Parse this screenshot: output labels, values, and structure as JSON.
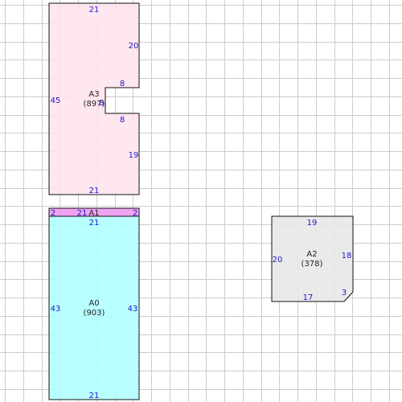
{
  "colors": {
    "grid": "#cccccc",
    "background": "#ffffff",
    "outline": "#111111",
    "dimension_text": "#1a1acc",
    "label_text": "#222222",
    "A0_fill": "#b3ffff",
    "A1_fill": "#ee99ee",
    "A2_fill": "#e8e8e8",
    "A3_fill": "#ffe4ee"
  },
  "rooms": {
    "A3": {
      "name": "A3",
      "area": "(897)",
      "dims": {
        "top": "21",
        "left": "45",
        "right_upper": "20",
        "notch_top": "8",
        "notch_depth": "8",
        "notch_bottom": "8",
        "right_lower": "19",
        "bottom": "21"
      }
    },
    "A1": {
      "name": "A1",
      "dims": {
        "left": "2",
        "top": "21",
        "right": "2"
      }
    },
    "A0": {
      "name": "A0",
      "area": "(903)",
      "dims": {
        "top": "21",
        "left": "43",
        "right": "43",
        "bottom": "21"
      }
    },
    "A2": {
      "name": "A2",
      "area": "(378)",
      "dims": {
        "top": "19",
        "left": "20",
        "right": "18",
        "diagonal": "3",
        "bottom": "17"
      }
    }
  }
}
